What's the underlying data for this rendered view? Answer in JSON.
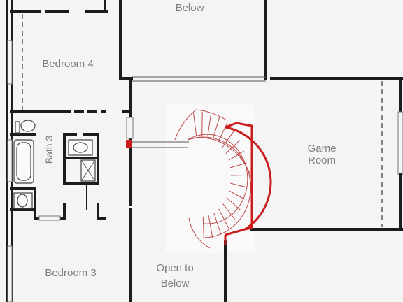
{
  "rooms": {
    "below_top": "Below",
    "bedroom4": "Bedroom 4",
    "bath3": "Bath 3",
    "bedroom3": "Bedroom 3",
    "game_room_line1": "Game",
    "game_room_line2": "Room",
    "open_below_line1": "Open to",
    "open_below_line2": "Below"
  },
  "colors": {
    "wall": "#1c1c1c",
    "railing_accent": "#cc1d1d",
    "stair_lines": "#bf4a4a",
    "background": "#f4f4f4",
    "label": "#7d7d7d"
  }
}
